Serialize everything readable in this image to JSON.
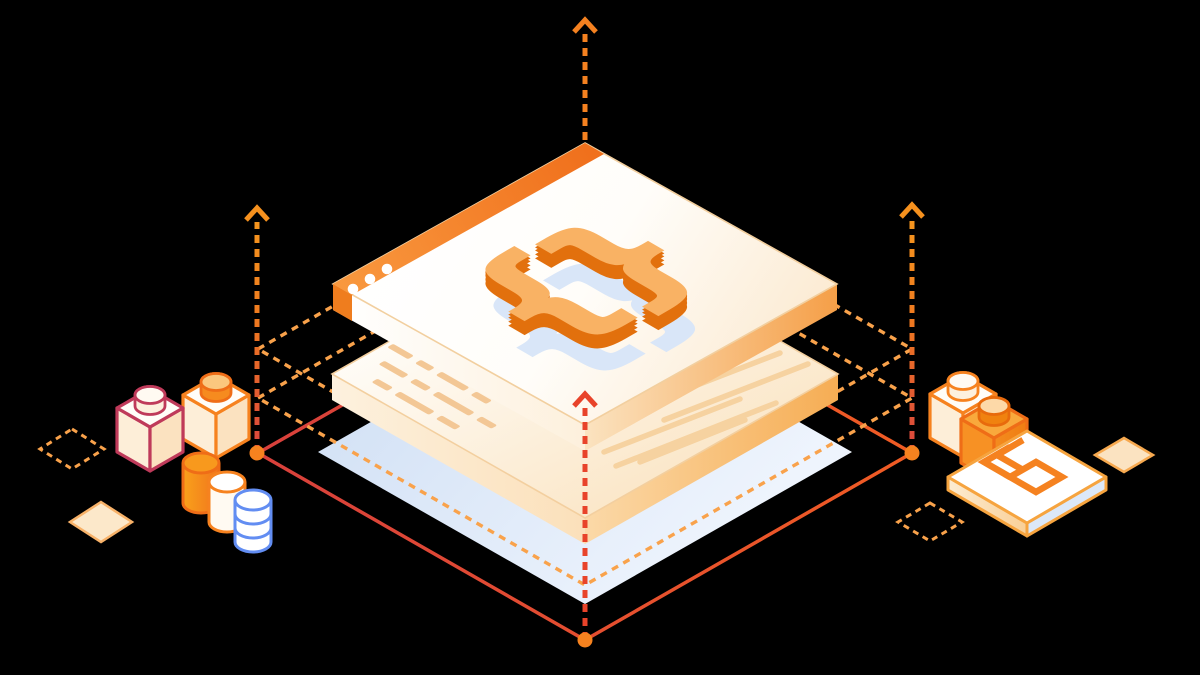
{
  "illustration": {
    "description": "isometric-cloud-deployment-stack",
    "background": "#000000",
    "brace_open": "{",
    "brace_close": "}",
    "palette": {
      "orange_primary": "#f6821f",
      "orange_light": "#f9a24b",
      "orange_deep": "#e2700d",
      "red_line": "#e04a2f",
      "crimson": "#bf3a5a",
      "cream": "#fbe5c6",
      "sheet_blue": "#dfe9f8",
      "shadow_blue": "#d9e6f8",
      "db_blue": "#628df2",
      "white": "#ffffff"
    },
    "elements": {
      "stack": [
        "browser-window-layer",
        "document-layer",
        "base-sheet-layer"
      ],
      "left_group": [
        "dashed-diamond",
        "lego-brick-crimson",
        "lego-brick-orange",
        "cylinder-orange",
        "cylinder-white",
        "cylinder-blue",
        "filled-diamond"
      ],
      "right_group": [
        "lego-brick-white",
        "lego-brick-orange",
        "pages-tile",
        "filled-diamond",
        "dashed-diamond"
      ],
      "guides": [
        "top-arrow",
        "left-arrow",
        "right-arrow",
        "center-arrow",
        "solid-diamond-outline",
        "dashed-wireframe-upper",
        "dashed-wireframe-lower"
      ]
    }
  }
}
